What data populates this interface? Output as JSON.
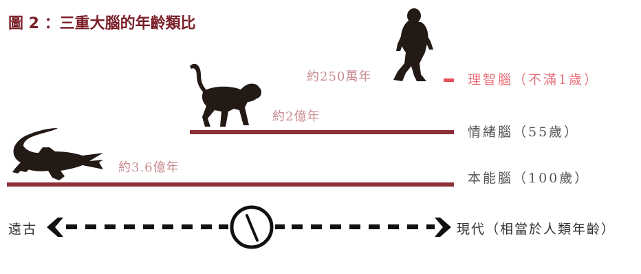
{
  "title": "圖 2 ：三重大腦的年齡類比",
  "colors": {
    "title": "#7a1f28",
    "bar": "#8e2f38",
    "neocortex_bar": "#e84f5a",
    "era_label": "#c98a8e",
    "neocortex_label": "#e8707a",
    "brain_label": "#555555",
    "silhouette": "#231a16"
  },
  "levels": [
    {
      "era": "約250萬年",
      "brain": "理智腦（不滿1歲）",
      "icon": "human-ancestor-icon"
    },
    {
      "era": "約2億年",
      "brain": "情緒腦（55歲）",
      "icon": "monkey-icon"
    },
    {
      "era": "約3.6億年",
      "brain": "本能腦（100歲）",
      "icon": "crocodile-icon"
    }
  ],
  "timeline": {
    "left_label": "遠古",
    "right_label": "現代（相當於人類年齡）",
    "icon": "clock-icon"
  }
}
